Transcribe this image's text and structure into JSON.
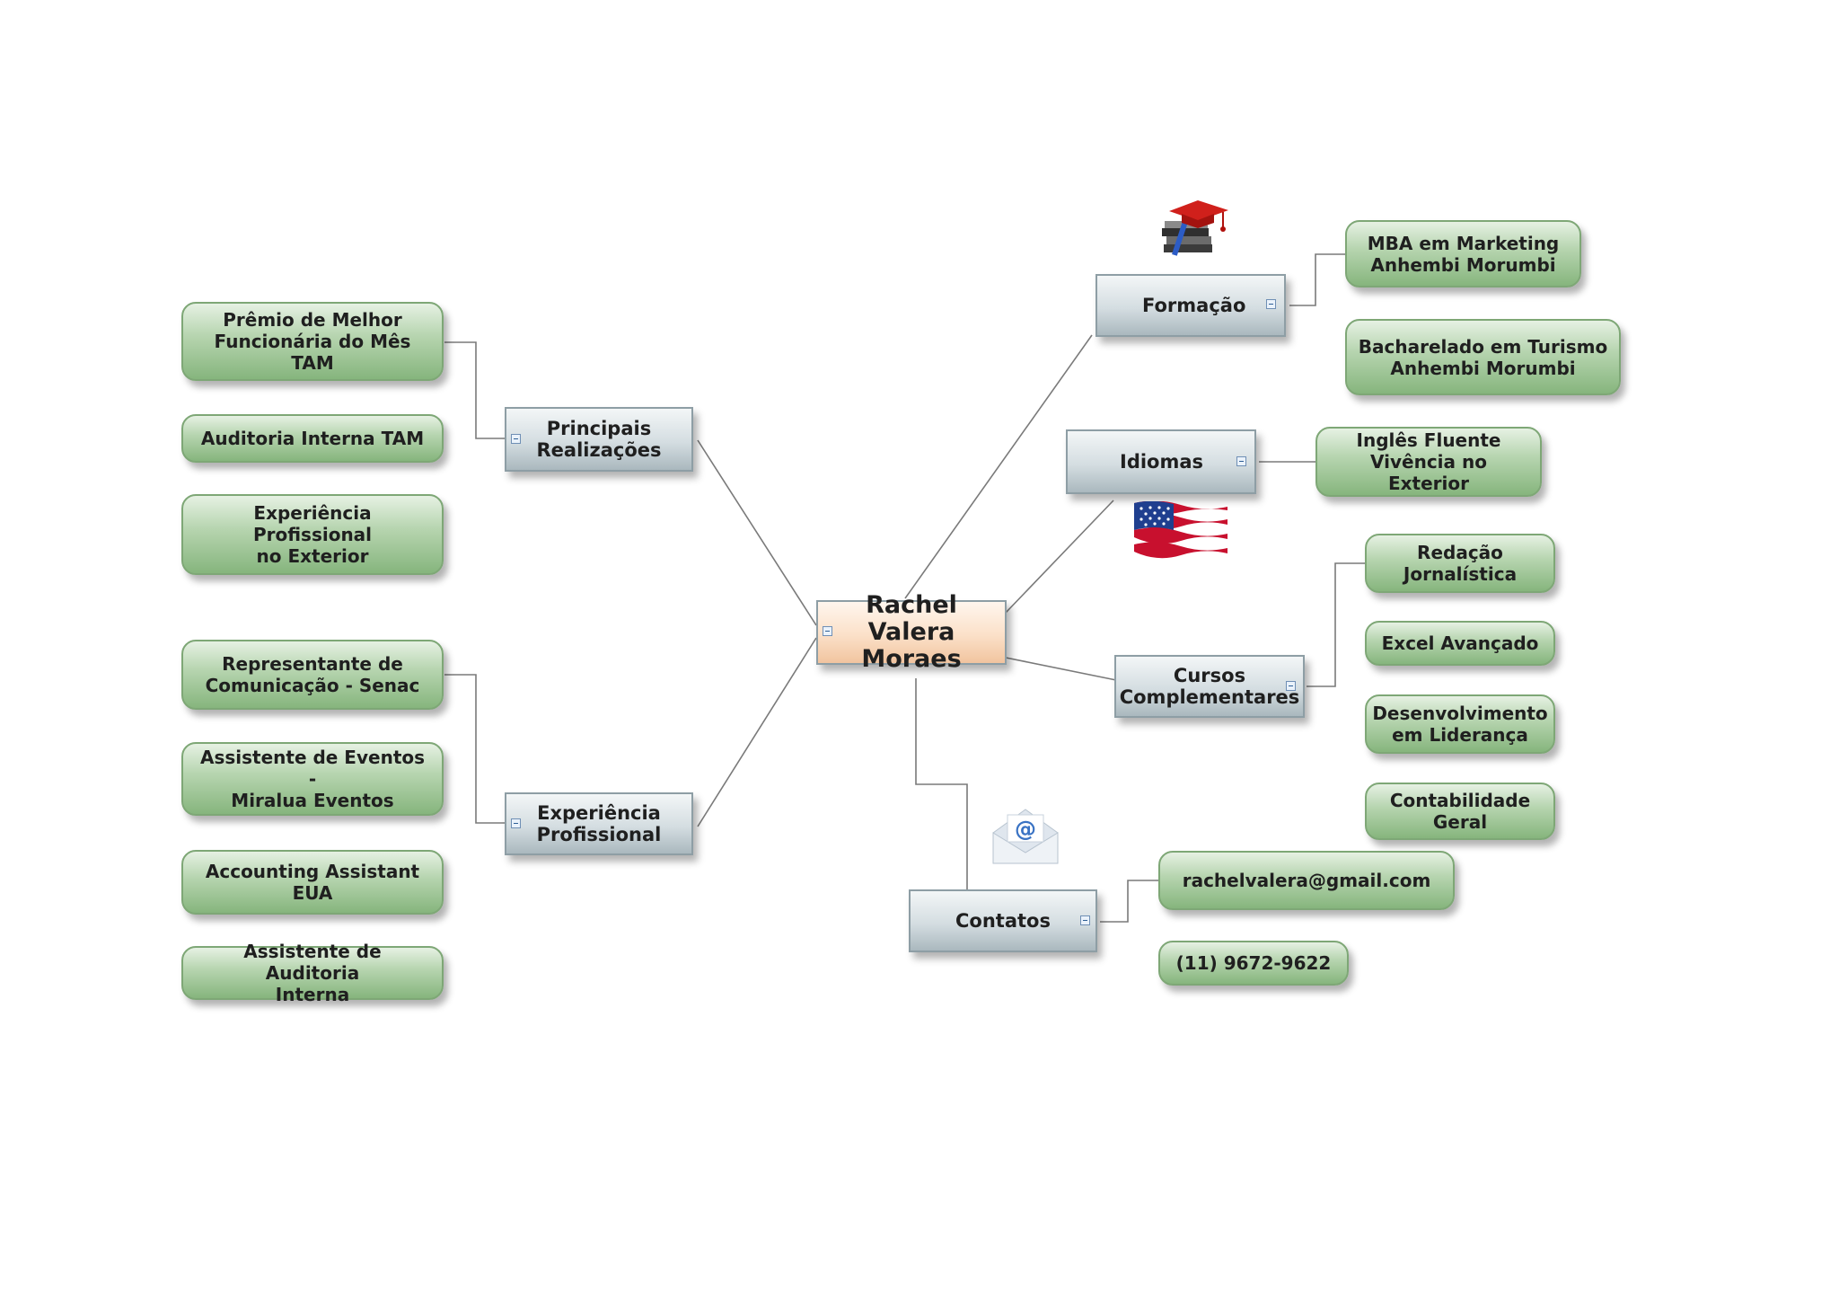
{
  "central": {
    "label": "Rachel Valera\nMoraes"
  },
  "branches": {
    "realizacoes": {
      "label": "Principais\nRealizações",
      "items": [
        "Prêmio de Melhor\nFuncionária do Mês\nTAM",
        "Auditoria Interna TAM",
        "Experiência Profissional\nno Exterior"
      ]
    },
    "experiencia": {
      "label": "Experiência\nProfissional",
      "items": [
        "Representante de\nComunicação - Senac",
        "Assistente de Eventos -\nMiralua Eventos",
        "Accounting Assistant\nEUA",
        "Assistente de Auditoria\nInterna"
      ]
    },
    "formacao": {
      "label": "Formação",
      "items": [
        "MBA em Marketing\nAnhembi Morumbi",
        "Bacharelado em Turismo\nAnhembi Morumbi"
      ]
    },
    "idiomas": {
      "label": "Idiomas",
      "items": [
        "Inglês Fluente\nVivência no Exterior"
      ]
    },
    "cursos": {
      "label": "Cursos\nComplementares",
      "items": [
        "Redação\nJornalística",
        "Excel Avançado",
        "Desenvolvimento\nem Liderança",
        "Contabilidade\nGeral"
      ]
    },
    "contatos": {
      "label": "Contatos",
      "items": [
        "rachelvalera@gmail.com",
        "(11) 9672-9622"
      ]
    }
  },
  "icons": {
    "formacao": "graduation-cap-books-icon",
    "idiomas": "usa-flag-icon",
    "contatos": "email-envelope-icon"
  },
  "colors": {
    "leaf": "#b7d5b0",
    "branch": "#d4dde1",
    "central": "#fbe0c8",
    "connector": "#7a7a7a"
  }
}
